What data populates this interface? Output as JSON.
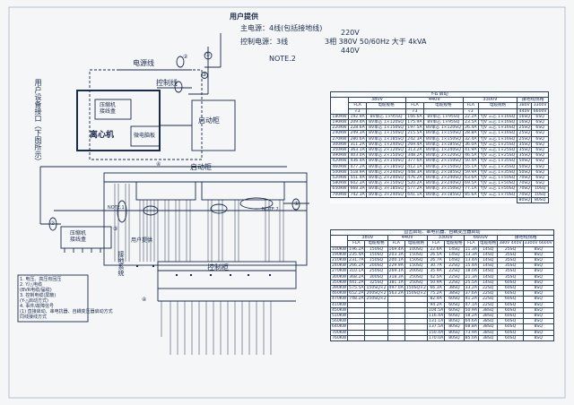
{
  "supply": {
    "title": "用户提供",
    "main_power": "主电源：4线(包括接地线)",
    "control_power": "控制电源：3线",
    "note": "NOTE.2",
    "v220": "220V",
    "spec": "3相 380V 50/60Hz 大于 4kVA",
    "v440": "440V"
  },
  "labels": {
    "power_line": "电源线",
    "control_line": "控制线",
    "starter_cabinet": "启动柜",
    "starter_cabinet_2": "启动柜",
    "control_cabinet": "控制柜",
    "chiller": "离心机",
    "microcomputer_panel": "微电脑板",
    "compressor_box": "压缩机\n接线盒",
    "user_interface": "用户设备接口（下图所示）",
    "user_provide_2": "用户提供",
    "grounding": "接地系统",
    "compressor_box_2": "压缩机\n接线盒",
    "note1": "NOTE.1",
    "note2": "NOTE.2",
    "c1": "①",
    "c2": "②",
    "c3": "③",
    "c4": "④",
    "c1b": "①",
    "c2b": "②",
    "c3b": "③",
    "c4b": "④"
  },
  "legend": [
    "1. 电压、高压有回压",
    "2. Y/△电缆",
    "   (BVR电缆/届缆)",
    "3. 控制电缆(屏蔽)",
    "   (Y-△启动方式)",
    "4. 事件/故障信号",
    "(1) 直接启动、串电抗器、自耦变压器启动方式",
    "   同线接线方式"
  ],
  "table1": {
    "title": "Y-Δ 启动",
    "headers": [
      "380V",
      "440V",
      "3300V",
      "接地线规格"
    ],
    "subheaders": [
      "FLA",
      "电缆规格",
      "FLA",
      "电缆规格",
      "FLA",
      "电缆规格",
      "380V",
      "3300V"
    ],
    "subheaders2": [
      "√3",
      "√3",
      "√3",
      "440V",
      "6600V"
    ],
    "rows": [
      [
        "180KW",
        "192.9A",
        "BV单芯 1×95SQ",
        "166.6A",
        "BV单芯 1×95SQ",
        "22.2A",
        "YJV 三芯 1×16SQ",
        "16SQ",
        "6SQ"
      ],
      [
        "190KW",
        "209.4A",
        "BV单芯 1×120SQ",
        "175.9A",
        "BV单芯 1×95SQ",
        "23.5A",
        "YJV 三芯 1×16SQ",
        "16SQ",
        "6SQ"
      ],
      [
        "220KW",
        "228.6A",
        "BV单芯 1×150SQ",
        "197.5A",
        "BV单芯 1×120SQ",
        "26.4A",
        "YJV 三芯 1×16SQ",
        "25SQ",
        "6SQ"
      ],
      [
        "240KW",
        "249.3A",
        "BV单芯 1×150SQ",
        "215.5A",
        "BV单芯 1×150SQ",
        "28.8A",
        "YJV 三芯 1×16SQ",
        "25SQ",
        "6SQ"
      ],
      [
        "270KW",
        "280.6A",
        "BV单芯 1×185SQ",
        "242.3A",
        "BV单芯 1×150SQ",
        "32.4A",
        "YJV 三芯 1×16SQ",
        "25SQ",
        "6SQ"
      ],
      [
        "300KW",
        "311.2A",
        "BV单芯 1×240SQ",
        "269.4A",
        "BV单芯 1×185SQ",
        "36.0A",
        "YJV 三芯 1×25SQ",
        "35SQ",
        "6SQ"
      ],
      [
        "350KW",
        "363.1A",
        "BV单芯 2×120SQ",
        "313.2A",
        "BV单芯 1×240SQ",
        "41.9A",
        "YJV 三芯 1×25SQ",
        "35SQ",
        "6SQ"
      ],
      [
        "390KW",
        "403.0A",
        "BV单芯 2×150SQ",
        "348.2A",
        "BV单芯 2×120SQ",
        "46.5A",
        "YJV 三芯 1×25SQ",
        "35SQ",
        "6SQ"
      ],
      [
        "420KW",
        "436.4A",
        "BV单芯 2×150SQ",
        "377.6A",
        "BV单芯 2×150SQ",
        "50.4A",
        "YJV 三芯 1×35SQ",
        "50SQ",
        "6SQ"
      ],
      [
        "460KW",
        "477.2A",
        "BV单芯 2×185SQ",
        "412.1A",
        "BV单芯 2×150SQ",
        "55.1A",
        "YJV 三芯 1×35SQ",
        "50SQ",
        "6SQ"
      ],
      [
        "500KW",
        "518.9A",
        "BV单芯 2×240SQ",
        "448.3A",
        "BV单芯 2×185SQ",
        "59.9A",
        "YJV 三芯 1×35SQ",
        "50SQ",
        "6SQ"
      ],
      [
        "520KW",
        "551.4A",
        "BV单芯 2×240SQ",
        "476.2A",
        "BV单芯 2×240SQ",
        "63.6A",
        "YJV 三芯 1×50SQ",
        "70SQ",
        "6SQ"
      ],
      [
        "580KW",
        "602.3A",
        "BV单芯 3×150SQ",
        "520.2A",
        "BV单芯 2×240SQ",
        "69.5A",
        "YJV 三芯 1×50SQ",
        "70SQ",
        "6SQ"
      ],
      [
        "650KW",
        "668.3A",
        "BV单芯 3×185SQ",
        "577.2A",
        "BV单芯 3×150SQ",
        "77.1A",
        "YJV 三芯 1×50SQ",
        "70SQ",
        "10SQ"
      ],
      [
        "700KW",
        "742.3A",
        "BV单芯 3×240SQ",
        "641.1A",
        "BV单芯 3×185SQ",
        "85.6A",
        "YJV 三芯 1×70SQ",
        "70SQ",
        "10SQ"
      ]
    ],
    "tail": [
      "80SQ",
      "80SQ"
    ]
  },
  "table2": {
    "title": "直击启动、串电抗器、自耦变压器启动",
    "headers": [
      "380V",
      "440V",
      "3300V",
      "6600V",
      "接地线规格"
    ],
    "subheaders": [
      "FLA",
      "电缆规格",
      "FLA",
      "电缆规格",
      "FLA",
      "电缆规格",
      "FLA",
      "电缆规格",
      "380V 440V",
      "3300V 6600V"
    ],
    "rows": [
      [
        "100KW",
        "196.2A",
        "150SQ",
        "169.4A",
        "100SQ",
        "22.6A",
        "14SQ",
        "11.3A",
        "14SQ",
        "25SQ",
        "8SQ"
      ],
      [
        "190KW",
        "235.4A",
        "150SQ",
        "203.3A",
        "150SQ",
        "26.5A",
        "14SQ",
        "13.3A",
        "14SQ",
        "35SQ",
        "8SQ"
      ],
      [
        "210KW",
        "231.7A",
        "150SQ",
        "200.1A",
        "150SQ",
        "26.7A",
        "14SQ",
        "13.4A",
        "14SQ",
        "35SQ",
        "8SQ"
      ],
      [
        "240KW",
        "266.2A",
        "200SQ",
        "229.9A",
        "150SQ",
        "30.7A",
        "22SQ",
        "15.4A",
        "14SQ",
        "35SQ",
        "8SQ"
      ],
      [
        "270KW",
        "310.1A",
        "250SQ",
        "269.1A",
        "200SQ",
        "35.9A",
        "22SQ",
        "18.0A",
        "14SQ",
        "35SQ",
        "8SQ"
      ],
      [
        "300KW",
        "368.2A",
        "300SQ",
        "318.3A",
        "250SQ",
        "42.5A",
        "22SQ",
        "21.3A",
        "14SQ",
        "35SQ",
        "8SQ"
      ],
      [
        "350KW",
        "441.2A",
        "325SQ",
        "381.1A",
        "250SQ",
        "50.9A",
        "22SQ",
        "25.5A",
        "14SQ",
        "60SQ",
        "8SQ"
      ],
      [
        "390KW",
        "575.5A",
        "150SQ×2",
        "497.0A",
        "150SQ×2",
        "66.3A",
        "38SQ",
        "33.2A",
        "22SQ",
        "60SQ",
        "8SQ"
      ],
      [
        "460KW",
        "652.2A",
        "200SQ×2",
        "563.2A",
        "150SQ×2",
        "75.2A",
        "38SQ",
        "37.6A",
        "22SQ",
        "60SQ",
        "8SQ"
      ],
      [
        "470KW",
        "748.2A",
        "250SQ×2",
        "",
        "",
        "82.4A",
        "60SQ",
        "41.2A",
        "22SQ",
        "60SQ",
        "8SQ"
      ],
      [
        "410KW",
        "",
        "",
        "",
        "",
        "94.2A",
        "60SQ",
        "47.1A",
        "22SQ",
        "60SQ",
        "8SQ"
      ],
      [
        "450KW",
        "",
        "",
        "",
        "",
        "104.5A",
        "60SQ",
        "50.9A",
        "38SQ",
        "60SQ",
        "8SQ"
      ],
      [
        "510KW",
        "",
        "",
        "",
        "",
        "116.4A",
        "60SQ",
        "58.2A",
        "38SQ",
        "60SQ",
        "8SQ"
      ],
      [
        "560KW",
        "",
        "",
        "",
        "",
        "131.1A",
        "80SQ",
        "64.6A",
        "38SQ",
        "60SQ",
        "8SQ"
      ],
      [
        "640KW",
        "",
        "",
        "",
        "",
        "137.5A",
        "80SQ",
        "68.8A",
        "38SQ",
        "60SQ",
        "8SQ"
      ],
      [
        "700KW",
        "",
        "",
        "",
        "",
        "150.4A",
        "80SQ",
        "73.9A",
        "38SQ",
        "60SQ",
        "8SQ"
      ],
      [
        "760KW",
        "",
        "",
        "",
        "",
        "170.0A",
        "80SQ",
        "85.0A",
        "38SQ",
        "60SQ",
        "8SQ"
      ]
    ]
  }
}
